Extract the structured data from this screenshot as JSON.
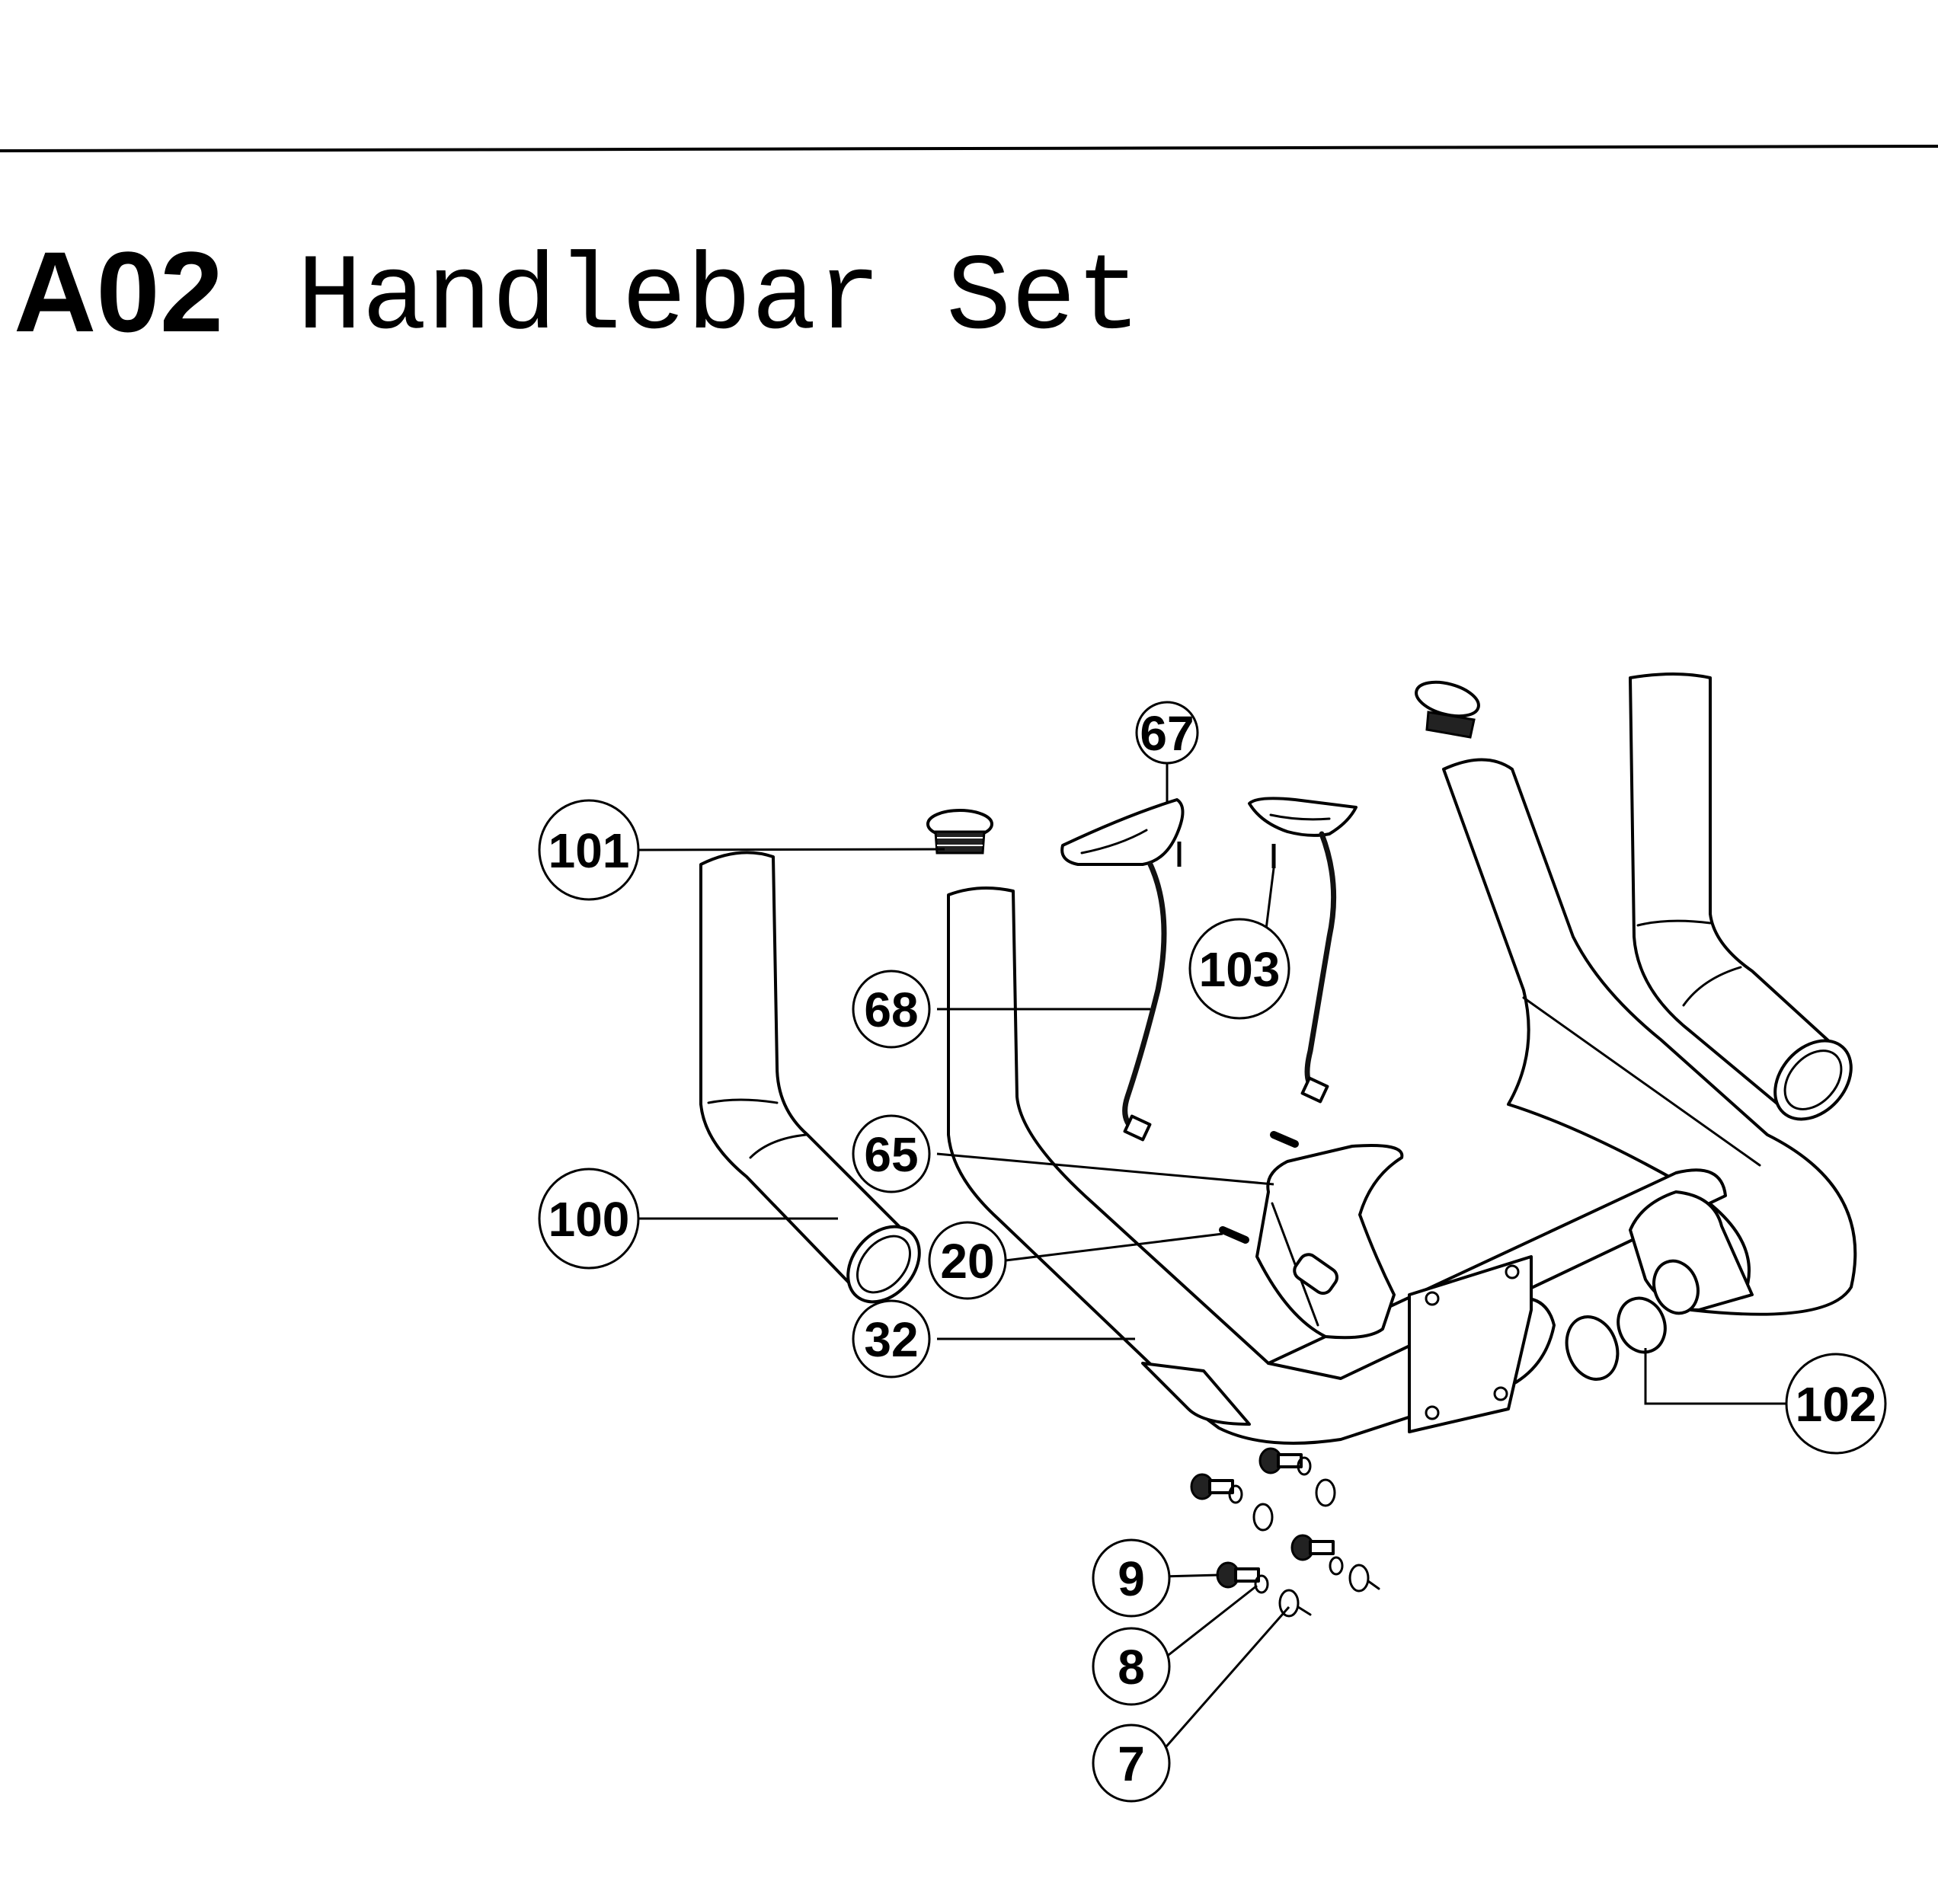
{
  "page": {
    "title_code": "A02",
    "title_name": "Handlebar Set"
  },
  "callouts": [
    {
      "id": "67",
      "label": "67"
    },
    {
      "id": "101",
      "label": "101"
    },
    {
      "id": "103",
      "label": "103"
    },
    {
      "id": "68",
      "label": "68"
    },
    {
      "id": "65",
      "label": "65"
    },
    {
      "id": "100",
      "label": "100"
    },
    {
      "id": "20",
      "label": "20"
    },
    {
      "id": "32",
      "label": "32"
    },
    {
      "id": "102",
      "label": "102"
    },
    {
      "id": "9",
      "label": "9"
    },
    {
      "id": "8",
      "label": "8"
    },
    {
      "id": "7",
      "label": "7"
    }
  ]
}
